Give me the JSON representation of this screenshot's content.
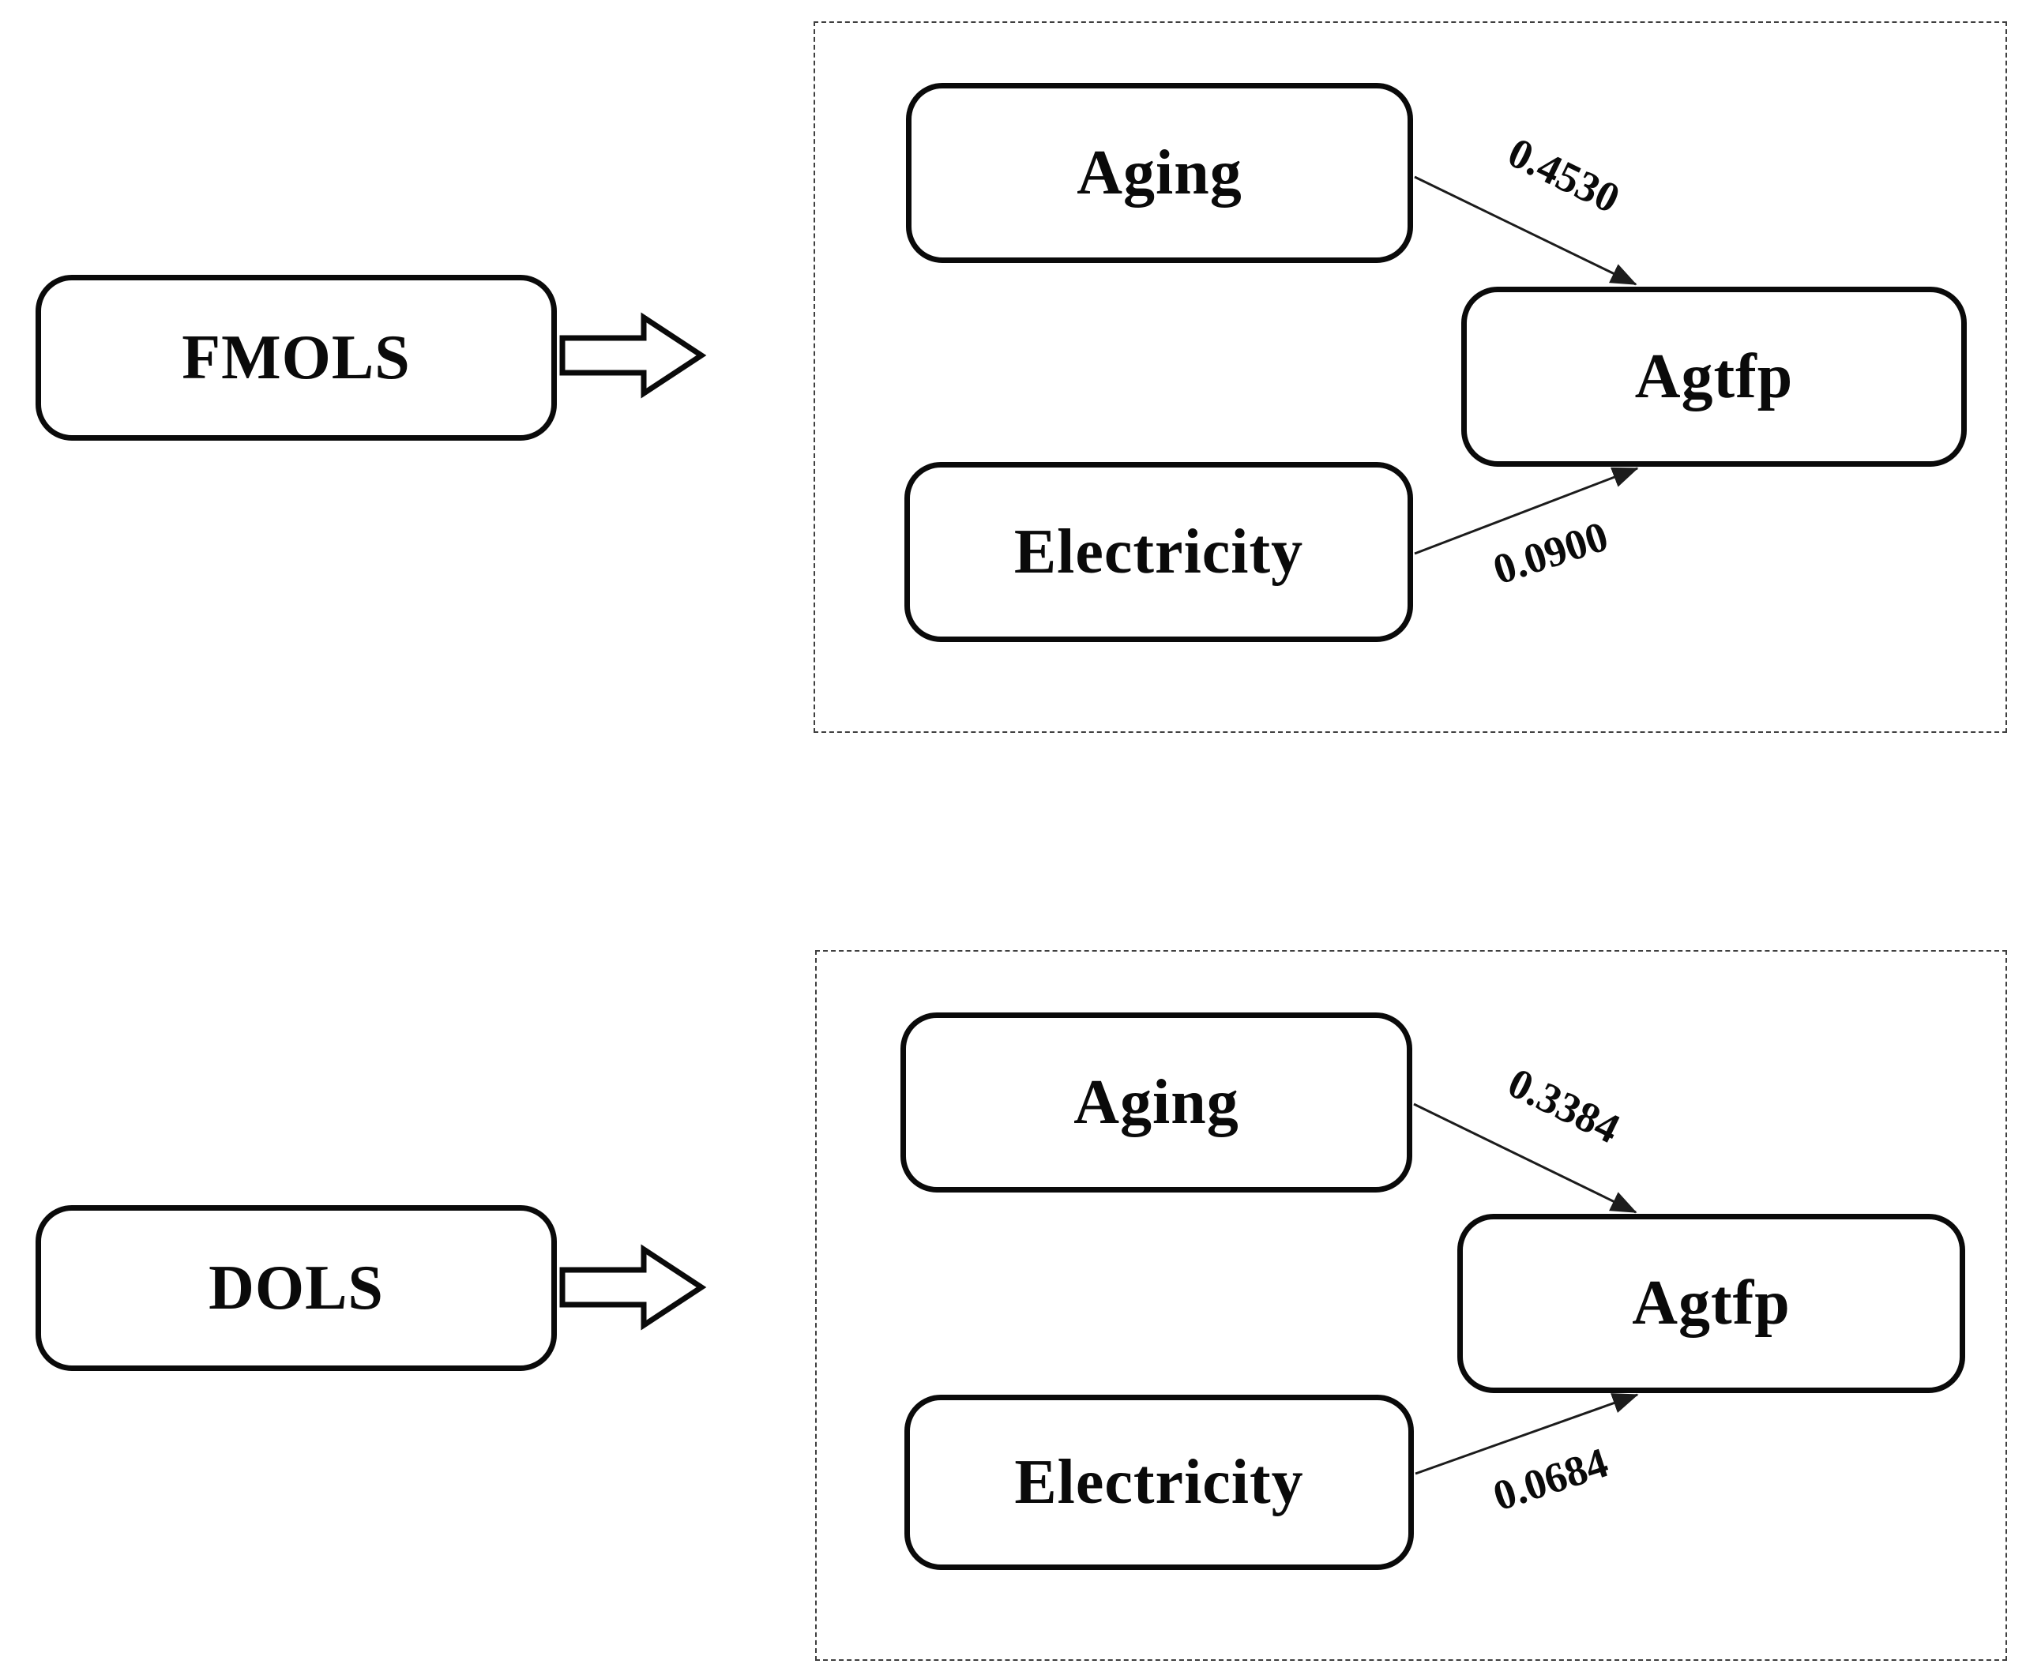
{
  "panels": [
    {
      "id": "fmols",
      "method_label": "FMOLS",
      "nodes": {
        "aging": "Aging",
        "electricity": "Electricity",
        "outcome": "Agtfp"
      },
      "coefficients": {
        "aging_to_outcome": "0.4530",
        "electricity_to_outcome": "0.0900"
      }
    },
    {
      "id": "dols",
      "method_label": "DOLS",
      "nodes": {
        "aging": "Aging",
        "electricity": "Electricity",
        "outcome": "Agtfp"
      },
      "coefficients": {
        "aging_to_outcome": "0.3384",
        "electricity_to_outcome": "0.0684"
      }
    }
  ],
  "icons": {
    "block_arrow": "right-block-arrow"
  },
  "colors": {
    "background": "#ffffff",
    "box_border": "#0a0a0a",
    "text": "#0a0a0a",
    "thin_arrow": "#1c1c1c",
    "dashed_frame": "#3f3f3f"
  }
}
